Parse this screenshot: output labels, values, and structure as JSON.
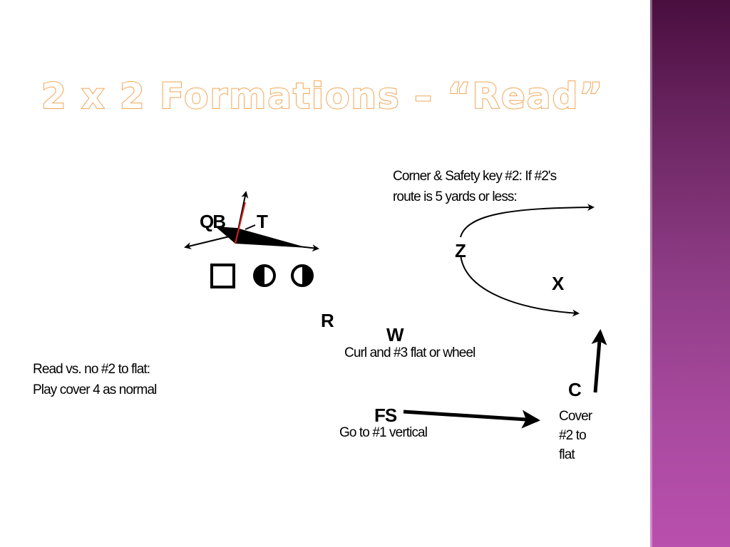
{
  "slide": {
    "title": "2 x 2 Formations – “Read”"
  },
  "notes": {
    "corner_safety_line1": "Corner & Safety key #2:  If #2's",
    "corner_safety_line2": "route is 5 yards or less:",
    "curl_note": "Curl and #3 flat or wheel",
    "read_line1": "Read vs. no #2 to flat:",
    "read_line2": "Play cover 4 as normal",
    "fs_note": "Go to #1 vertical",
    "cover_line1": "Cover",
    "cover_line2": "#2 to",
    "cover_line3": "flat"
  },
  "players": {
    "qb": "QB",
    "t": "T",
    "z": "Z",
    "x": "X",
    "r": "R",
    "w": "W",
    "c": "C",
    "fs": "FS"
  },
  "colors": {
    "title_outline": "#f2a556",
    "side_band_top": "#4a0e3f",
    "side_band_bottom": "#b94fae",
    "key_read_arrow": "#e0201f",
    "ink": "#000000"
  }
}
